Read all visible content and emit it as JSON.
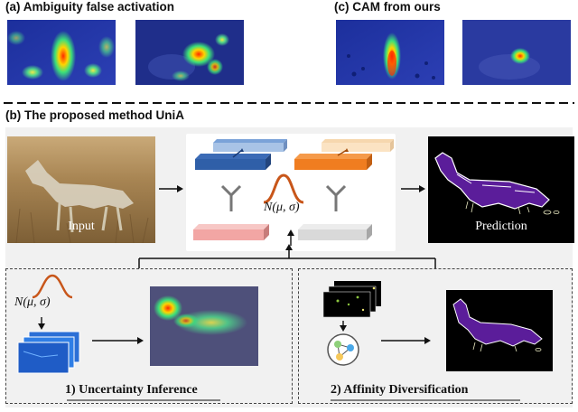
{
  "panel_a": {
    "title": "(a) Ambiguity  false activation"
  },
  "panel_c": {
    "title": "(c) CAM from ours"
  },
  "panel_b": {
    "title": "(b) The proposed method UniA",
    "input_label": "Input",
    "prediction_label": "Prediction",
    "distribution_label": "N(μ, σ)"
  },
  "module_1": {
    "title": "1) Uncertainty Inference",
    "distribution_label": "N(μ, σ)"
  },
  "module_2": {
    "title": "2) Affinity Diversification"
  },
  "colors": {
    "dark_blue_block": "#2f5fa8",
    "orange_block": "#f07d20",
    "pink_block": "#f2a6a4",
    "gray_block": "#d9d9d9",
    "curve": "#c8561a",
    "prediction_mask": "#5b1d9a"
  }
}
